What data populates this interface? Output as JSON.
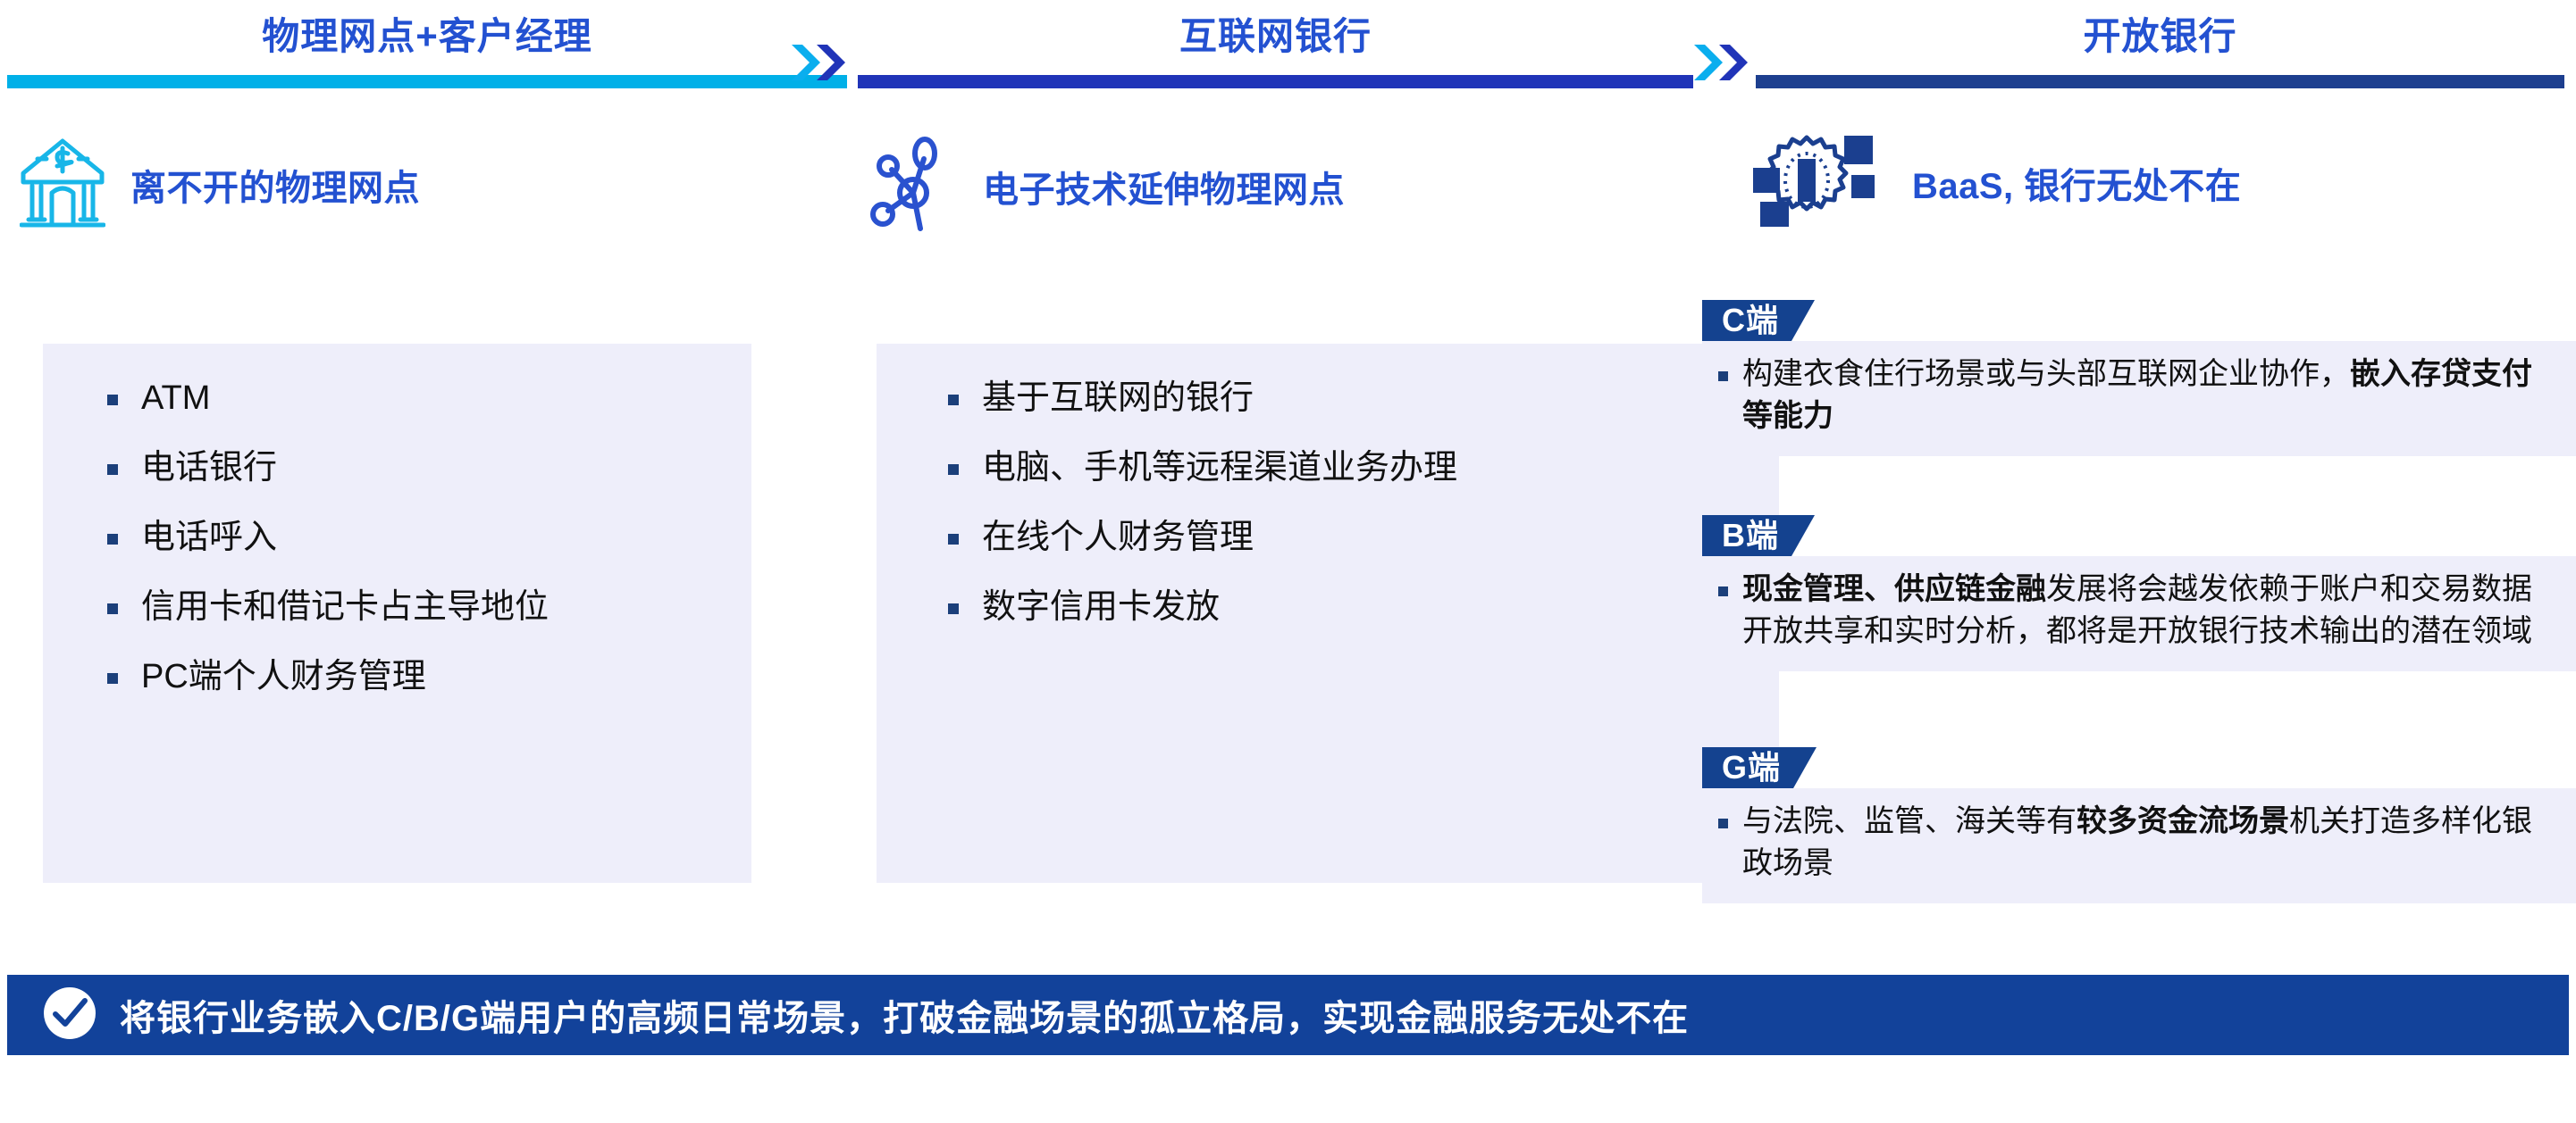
{
  "colors": {
    "title_blue": "#2351d1",
    "rule_cyan": "#00b0e8",
    "rule_blue": "#2034b8",
    "rule_navy": "#1d3f8f",
    "panel_bg": "#eeeefa",
    "tab_navy": "#14428f",
    "banner_navy": "#12429a",
    "bullet_navy": "#1b3f7a",
    "body_text": "#111111"
  },
  "columns": [
    {
      "title": "物理网点+客户经理",
      "rule_color": "#00b0e8",
      "icon": "bank-building-icon",
      "subtitle": "离不开的物理网点",
      "items": [
        "ATM",
        "电话银行",
        "电话呼入",
        "信用卡和借记卡占主导地位",
        "PC端个人财务管理"
      ]
    },
    {
      "title": "互联网银行",
      "rule_color": "#2034b8",
      "icon": "network-nodes-icon",
      "subtitle": "电子技术延伸物理网点",
      "items": [
        "基于互联网的银行",
        "电脑、手机等远程渠道业务办理",
        "在线个人财务管理",
        "数字信用卡发放"
      ]
    },
    {
      "title": "开放银行",
      "rule_color": "#1d3f8f",
      "icon": "gear-blocks-icon",
      "subtitle": "BaaS, 银行无处不在",
      "cards": [
        {
          "tab": "C端",
          "text_plain": "构建衣食住行场景或与头部互联网企业协作，嵌入存贷支付等能力",
          "segments": [
            {
              "text": "构建衣食住行场景或与头部互联网企业协作，",
              "bold": false
            },
            {
              "text": "嵌入存贷支付等能力",
              "bold": true
            }
          ]
        },
        {
          "tab": "B端",
          "text_plain": "现金管理、供应链金融发展将会越发依赖于账户和交易数据开放共享和实时分析，都将是开放银行技术输出的潜在领域",
          "segments": [
            {
              "text": "现金管理、供应链金融",
              "bold": true
            },
            {
              "text": "发展将会越发依赖于账户和交易数据开放共享和实时分析，都将是开放银行技术输出的潜在领域",
              "bold": false
            }
          ]
        },
        {
          "tab": "G端",
          "text_plain": "与法院、监管、海关等有较多资金流场景机关打造多样化银政场景",
          "segments": [
            {
              "text": "与法院、监管、海关等有",
              "bold": false
            },
            {
              "text": "较多资金流场景",
              "bold": true
            },
            {
              "text": "机关打造多样化银政场景",
              "bold": false
            }
          ]
        }
      ]
    }
  ],
  "separators": [
    {
      "name": "chevron-separator-1"
    },
    {
      "name": "chevron-separator-2"
    }
  ],
  "banner": {
    "icon": "check-circle-icon",
    "text": "将银行业务嵌入C/B/G端用户的高频日常场景，打破金融场景的孤立格局，实现金融服务无处不在"
  }
}
